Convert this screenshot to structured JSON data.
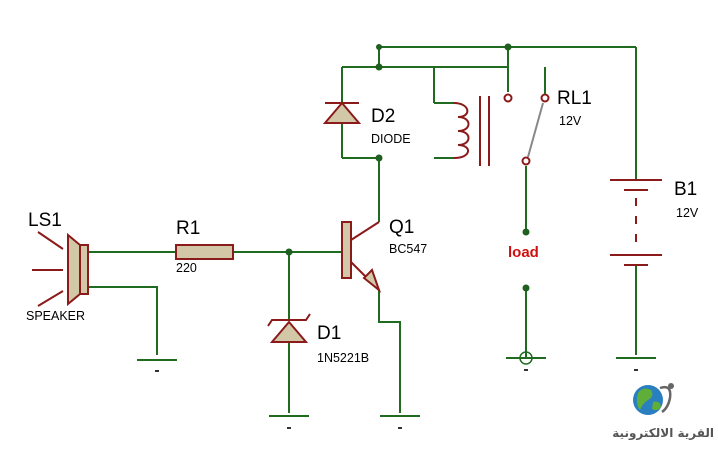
{
  "components": {
    "ls1": {
      "ref": "LS1",
      "value": "SPEAKER"
    },
    "r1": {
      "ref": "R1",
      "value": "220"
    },
    "d1": {
      "ref": "D1",
      "value": "1N5221B"
    },
    "q1": {
      "ref": "Q1",
      "value": "BC547"
    },
    "d2": {
      "ref": "D2",
      "value": "DIODE"
    },
    "rl1": {
      "ref": "RL1",
      "value": "12V"
    },
    "b1": {
      "ref": "B1",
      "value": "12V"
    }
  },
  "load_label": "load",
  "watermark": {
    "text": "القرية الالكترونية",
    "icon": "globe-icon"
  },
  "colors": {
    "wire": "#1f6b1f",
    "component": "#8b1a1a",
    "body_fill": "#d2c8a8",
    "load_text": "#d01010"
  }
}
